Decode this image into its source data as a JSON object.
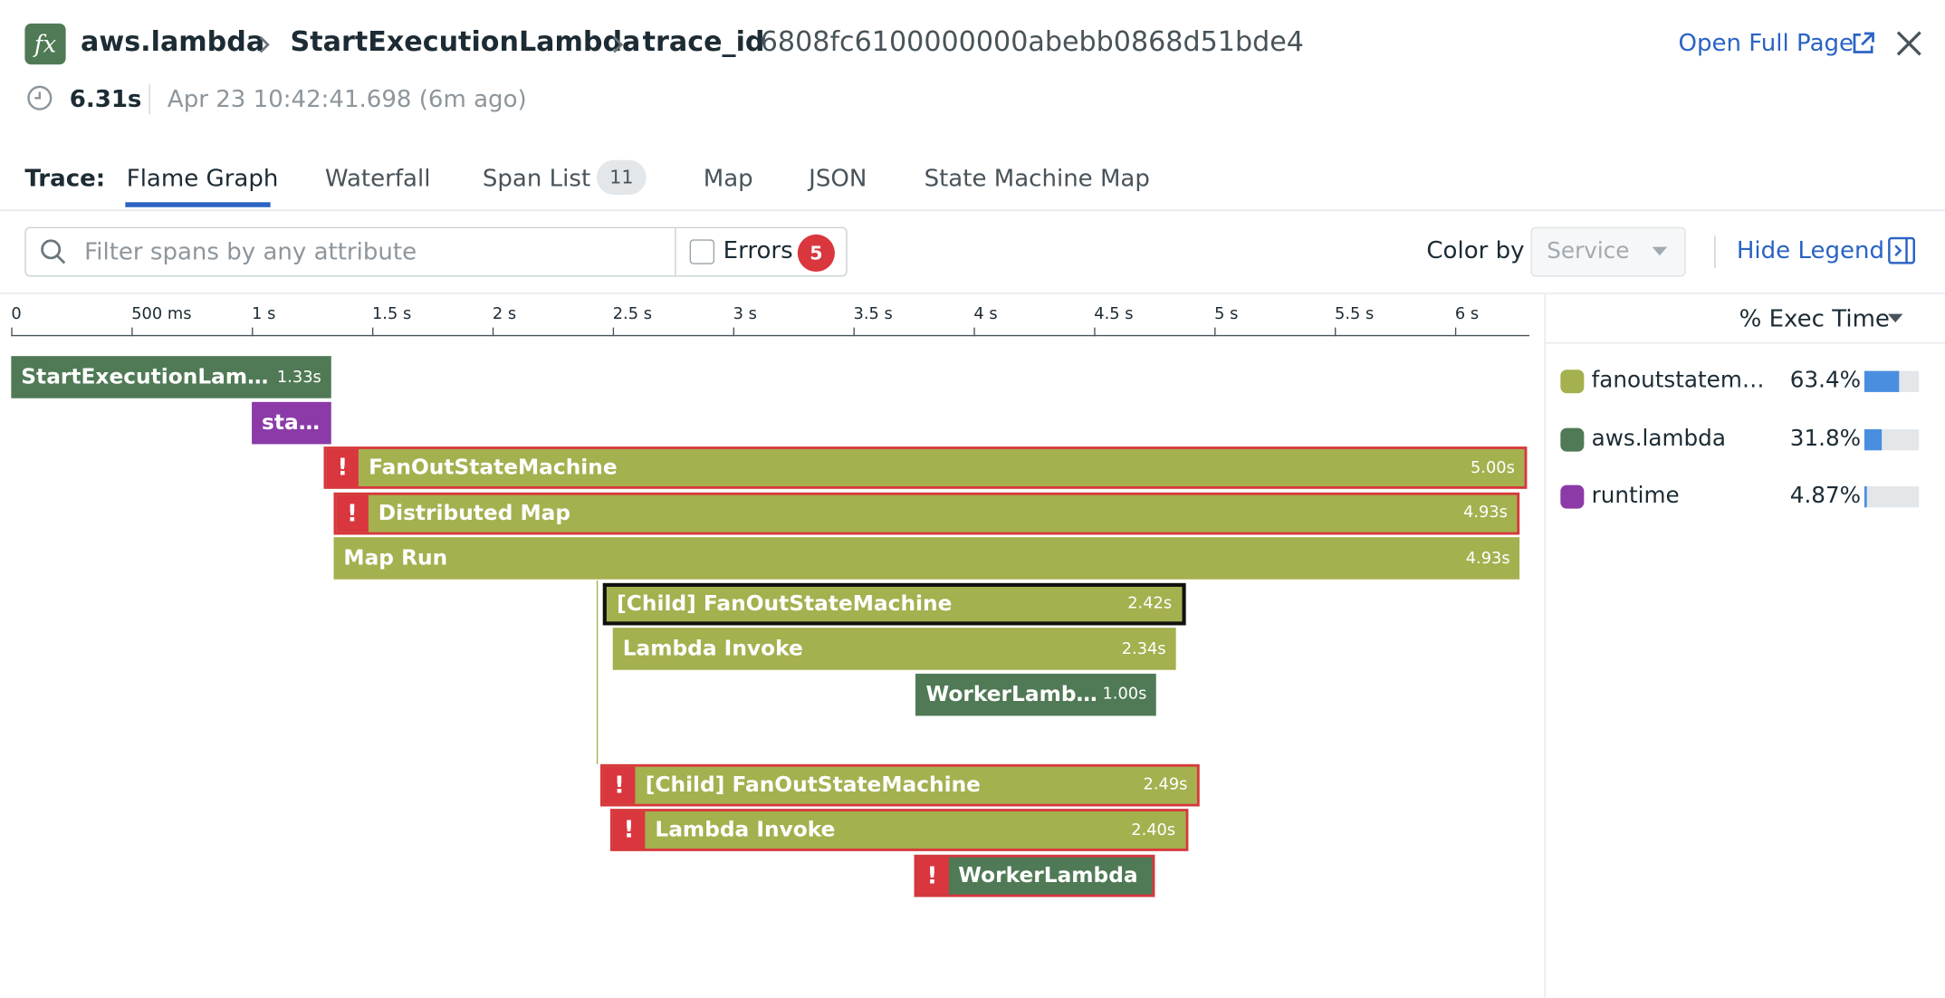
{
  "header": {
    "service": "aws.lambda",
    "resource": "StartExecutionLambda",
    "trace_label": "trace_id",
    "trace_id": "6808fc6100000000abebb0868d51bde4",
    "open_full_page": "Open Full Page",
    "fx_glyph": "fx",
    "duration": "6.31s",
    "timestamp": "Apr 23 10:42:41.698 (6m ago)"
  },
  "tabs": {
    "prefix": "Trace:",
    "items": [
      {
        "label": "Flame Graph",
        "active": true
      },
      {
        "label": "Waterfall"
      },
      {
        "label": "Span List",
        "count": "11"
      },
      {
        "label": "Map"
      },
      {
        "label": "JSON"
      },
      {
        "label": "State Machine Map"
      }
    ]
  },
  "toolbar": {
    "filter_placeholder": "Filter spans by any attribute",
    "errors_label": "Errors",
    "errors_count": "5",
    "color_by_label": "Color by",
    "color_by_value": "Service",
    "hide_legend": "Hide Legend"
  },
  "axis": {
    "max_seconds": 6.31,
    "ticks": [
      {
        "t": 0,
        "label": "0"
      },
      {
        "t": 0.5,
        "label": "500 ms"
      },
      {
        "t": 1,
        "label": "1 s"
      },
      {
        "t": 1.5,
        "label": "1.5 s"
      },
      {
        "t": 2,
        "label": "2 s"
      },
      {
        "t": 2.5,
        "label": "2.5 s"
      },
      {
        "t": 3,
        "label": "3 s"
      },
      {
        "t": 3.5,
        "label": "3.5 s"
      },
      {
        "t": 4,
        "label": "4 s"
      },
      {
        "t": 4.5,
        "label": "4.5 s"
      },
      {
        "t": 5,
        "label": "5 s"
      },
      {
        "t": 5.5,
        "label": "5.5 s"
      },
      {
        "t": 6,
        "label": "6 s"
      }
    ]
  },
  "colors": {
    "fanoutstatemachine": "#a5b04f",
    "aws_lambda": "#4f7a55",
    "runtime": "#8b3aa8",
    "error": "#d9363e",
    "link": "#2a63c4"
  },
  "spans": [
    {
      "name": "StartExecutionLambda",
      "duration": "1.33s",
      "start": 0.0,
      "dur": 1.33,
      "depth": 0,
      "service": "aws_lambda",
      "error": false
    },
    {
      "name": "sta…",
      "duration": "",
      "start": 1.0,
      "dur": 0.33,
      "depth": 1,
      "service": "runtime",
      "error": false
    },
    {
      "name": "FanOutStateMachine",
      "duration": "5.00s",
      "start": 1.3,
      "dur": 5.0,
      "depth": 2,
      "service": "fanoutstatemachine",
      "error": true
    },
    {
      "name": "Distributed Map",
      "duration": "4.93s",
      "start": 1.34,
      "dur": 4.93,
      "depth": 3,
      "service": "fanoutstatemachine",
      "error": true
    },
    {
      "name": "Map Run",
      "duration": "4.93s",
      "start": 1.34,
      "dur": 4.93,
      "depth": 4,
      "service": "fanoutstatemachine",
      "error": false
    },
    {
      "name": "[Child] FanOutStateMachine",
      "duration": "2.42s",
      "start": 2.46,
      "dur": 2.42,
      "depth": 5,
      "service": "fanoutstatemachine",
      "error": false,
      "selected": true
    },
    {
      "name": "Lambda Invoke",
      "duration": "2.34s",
      "start": 2.5,
      "dur": 2.34,
      "depth": 6,
      "service": "fanoutstatemachine",
      "error": false
    },
    {
      "name": "WorkerLambda",
      "duration": "1.00s",
      "start": 3.76,
      "dur": 1.0,
      "depth": 7,
      "service": "aws_lambda",
      "error": false
    },
    {
      "name": "[Child] FanOutStateMachine",
      "duration": "2.49s",
      "start": 2.45,
      "dur": 2.49,
      "depth": 9,
      "service": "fanoutstatemachine",
      "error": true
    },
    {
      "name": "Lambda Invoke",
      "duration": "2.40s",
      "start": 2.49,
      "dur": 2.4,
      "depth": 10,
      "service": "fanoutstatemachine",
      "error": true
    },
    {
      "name": "WorkerLambda",
      "duration": "",
      "start": 3.75,
      "dur": 1.0,
      "depth": 11,
      "service": "aws_lambda",
      "error": true
    }
  ],
  "legend": {
    "header": "% Exec Time",
    "items": [
      {
        "name": "fanoutstatema…",
        "pct": "63.4%",
        "fraction": 0.634,
        "color": "#a5b04f"
      },
      {
        "name": "aws.lambda",
        "pct": "31.8%",
        "fraction": 0.318,
        "color": "#4f7a55"
      },
      {
        "name": "runtime",
        "pct": "4.87%",
        "fraction": 0.0487,
        "color": "#8b3aa8"
      }
    ]
  }
}
